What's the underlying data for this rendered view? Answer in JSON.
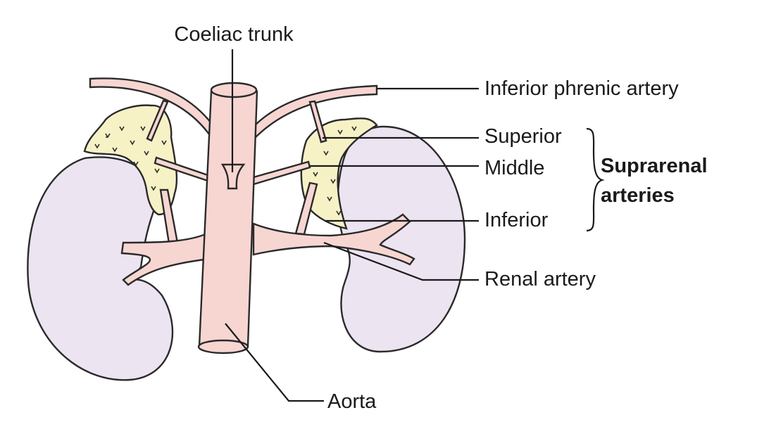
{
  "labels": {
    "coeliac_trunk": "Coeliac trunk",
    "inferior_phrenic_artery": "Inferior phrenic artery",
    "superior": "Superior",
    "middle": "Middle",
    "inferior": "Inferior",
    "suprarenal_line1": "Suprarenal",
    "suprarenal_line2": "arteries",
    "renal_artery": "Renal artery",
    "aorta": "Aorta"
  },
  "colors": {
    "artery": "#f7d6d2",
    "kidney": "#ece4f1",
    "gland": "#f6f2c6",
    "outline": "#2a2a2a"
  }
}
